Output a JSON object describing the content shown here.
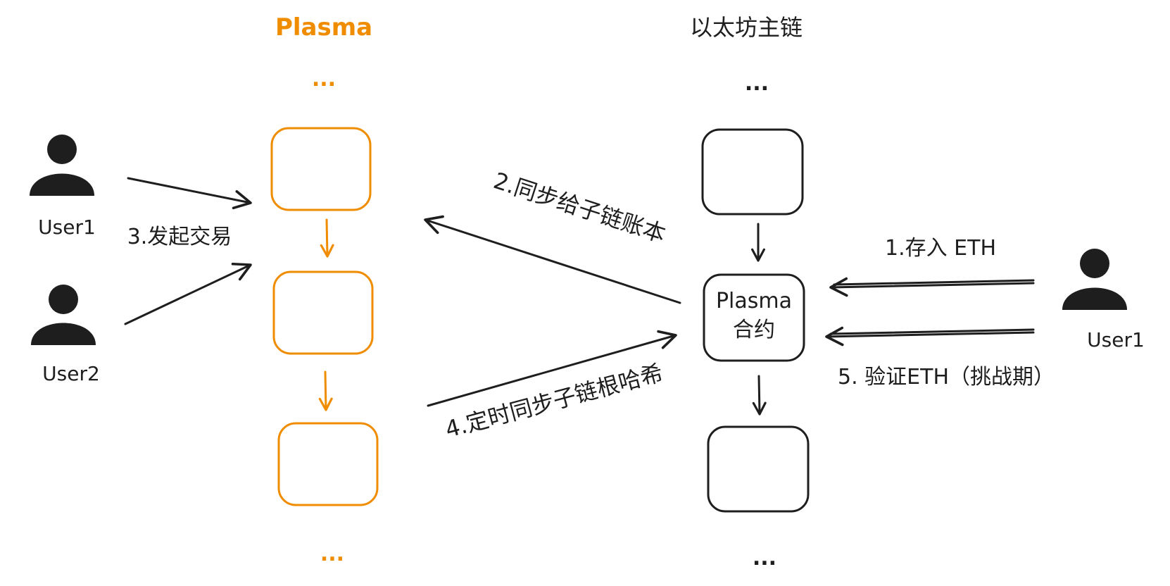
{
  "titles": {
    "plasma": "Plasma",
    "mainchain": "以太坊主链"
  },
  "ellipsis": "...",
  "users": {
    "left_user1": "User1",
    "left_user2": "User2",
    "right_user1": "User1"
  },
  "contract": {
    "line1": "Plasma",
    "line2": "合约"
  },
  "steps": {
    "step1": "1.存入 ETH",
    "step2": "2.同步给子链账本",
    "step3": "3.发起交易",
    "step4": "4.定时同步子链根哈希",
    "step5": "5. 验证ETH（挑战期）"
  },
  "colors": {
    "accent": "#f08c00",
    "ink": "#1e1e1e"
  }
}
